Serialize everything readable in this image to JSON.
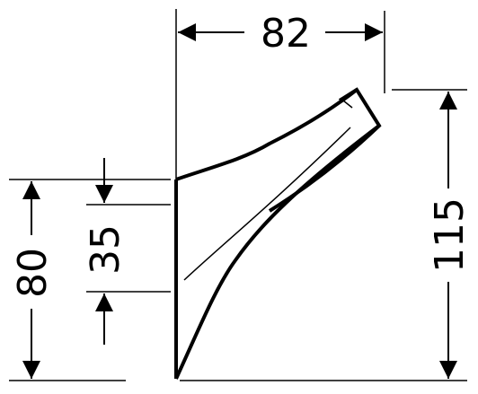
{
  "dimensions": {
    "width": "82",
    "height_total": "115",
    "height_base": "80",
    "height_mount": "35"
  },
  "colors": {
    "line": "#000000",
    "background": "#ffffff"
  }
}
